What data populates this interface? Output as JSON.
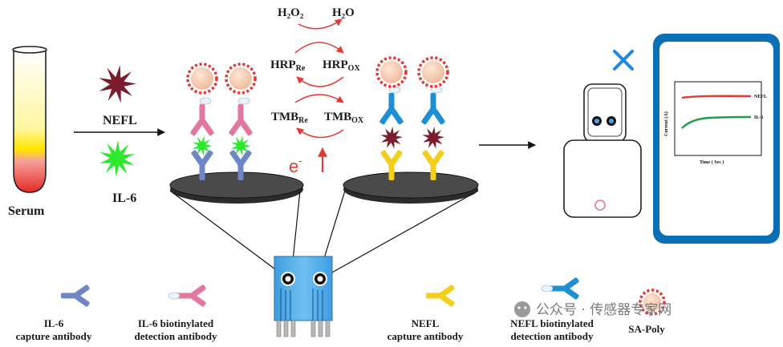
{
  "sample": {
    "label": "Serum"
  },
  "analytes": {
    "nefl": "NEFL",
    "il6": "IL-6"
  },
  "reactions": {
    "h2o2": "H₂O₂",
    "h2o": "H₂O",
    "hrp_re": "HRP",
    "hrp_re_sub": "Re",
    "hrp_ox": "HRP",
    "hrp_ox_sub": "OX",
    "tmb_re": "TMB",
    "tmb_re_sub": "Re",
    "tmb_ox": "TMB",
    "tmb_ox_sub": "OX",
    "electron": "e",
    "electron_sup": "-"
  },
  "phone_plot": {
    "ylabel": "Current (A)",
    "xlabel": "Time ( Sec )",
    "series": [
      {
        "name": "NEFL",
        "color": "#e53935"
      },
      {
        "name": "IL-6",
        "color": "#1e9e4a"
      }
    ]
  },
  "legend": [
    {
      "line1": "IL-6",
      "line2": "capture antibody",
      "color": "#6f86c4"
    },
    {
      "line1": "IL-6 biotinylated",
      "line2": "detection antibody",
      "color": "#e2779f"
    },
    {
      "line1": "NEFL",
      "line2": "capture antibody",
      "color": "#f2cf1c"
    },
    {
      "line1": "NEFL biotinylated",
      "line2": "detection antibody",
      "color": "#1d8fd2"
    },
    {
      "line1": "SA-Poly",
      "line2": "",
      "color": "#e53935"
    }
  ],
  "watermark": "公众号 · 传感器专家网",
  "colors": {
    "nefl_star": "#7b1c2e",
    "il6_star": "#2ee82e",
    "electrode": "#4aa3df",
    "arrow": "#e53935",
    "bluetooth": "#1e88e5"
  }
}
